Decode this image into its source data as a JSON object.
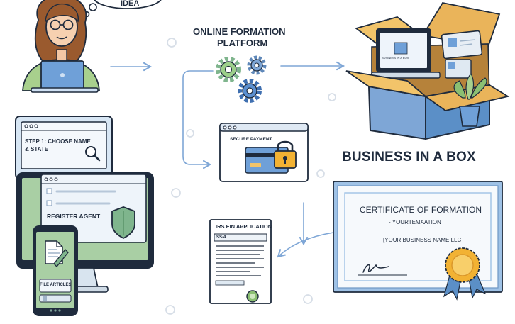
{
  "thought": {
    "text": "IDEA"
  },
  "platform": {
    "title_line1": "ONLINE FORMATION",
    "title_line2": "PLATFORM"
  },
  "steps": {
    "choose_name_line1": "STEP 1: CHOOSE NAME",
    "choose_name_line2": "& STATE",
    "register_agent": "REGISTER AGENT",
    "file_articles": "FILE ARTICLES"
  },
  "payment": {
    "label": "SECURE PAYMENT"
  },
  "irs": {
    "title": "IRS EIN APPLICATION",
    "badge": "SS-4"
  },
  "box": {
    "title": "BUSINESS IN A BOX",
    "screen_text": "BUSINESS IN A BOX"
  },
  "certificate": {
    "title": "Certificate of Formation",
    "subtitle": "- YOURTEMAATION",
    "company": "[YOUR BUSINESS NAME LLC"
  },
  "colors": {
    "navy": "#1f2b3d",
    "blue": "#5b8fc7",
    "light_blue": "#cfe0f3",
    "green": "#8bbf72",
    "cardboard": "#e9b45a",
    "gold": "#f2b233",
    "arrow": "#7ea6d6"
  },
  "icons": [
    "thought-bubble-icon",
    "laptop-icon",
    "gear-icon",
    "search-icon",
    "shield-icon",
    "document-icon",
    "lock-icon",
    "credit-card-icon",
    "seal-icon",
    "signature-icon",
    "plant-icon",
    "arrow-icon"
  ]
}
